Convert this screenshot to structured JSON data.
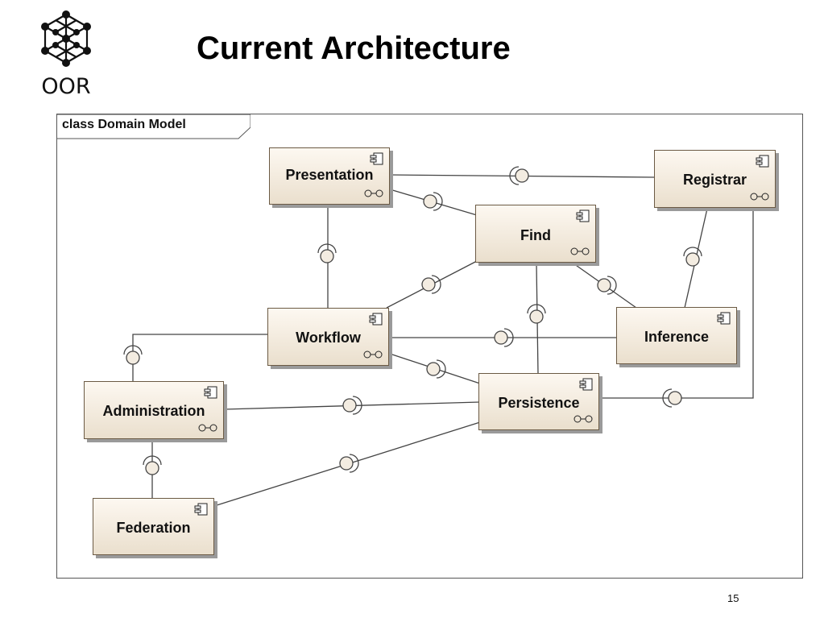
{
  "logo": {
    "text": "OOR",
    "icon": "network-cube-icon"
  },
  "slide": {
    "title": "Current Architecture",
    "page_number": "15"
  },
  "diagram": {
    "frame_label": "class Domain Model",
    "components": {
      "presentation": "Presentation",
      "registrar": "Registrar",
      "find": "Find",
      "workflow": "Workflow",
      "inference": "Inference",
      "administration": "Administration",
      "persistence": "Persistence",
      "federation": "Federation"
    },
    "colors": {
      "component_fill_top": "#fdf8f1",
      "component_fill_bottom": "#eadfcd",
      "component_border": "#6b5a44",
      "shadow": "#9a9a9a",
      "line": "#444444"
    }
  }
}
